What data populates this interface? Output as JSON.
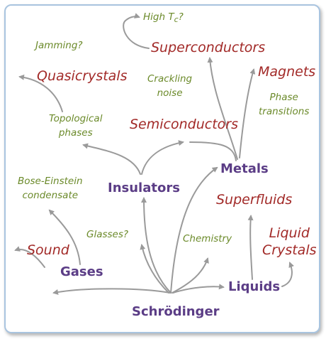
{
  "nodes": {
    "schrodinger": "Schrödinger",
    "gases": "Gases",
    "liquids": "Liquids",
    "metals": "Metals",
    "insulators": "Insulators",
    "superconductors": "Superconductors",
    "magnets": "Magnets",
    "semiconductors": "Semiconductors",
    "quasicrystals": "Quasicrystals",
    "superfluids": "Superfluids",
    "liquid_crystals_line1": "Liquid",
    "liquid_crystals_line2": "Crystals",
    "sound": "Sound"
  },
  "annotations": {
    "high_tc_prefix": "High T",
    "high_tc_subscript": "c",
    "high_tc_suffix": "?",
    "jamming": "Jamming?",
    "crackling_line1": "Crackling",
    "crackling_line2": "noise",
    "phase_line1": "Phase",
    "phase_line2": "transitions",
    "topological_line1": "Topological",
    "topological_line2": "phases",
    "bec_line1": "Bose-Einstein",
    "bec_line2": "condensate",
    "glasses": "Glasses?",
    "chemistry": "Chemistry"
  },
  "colors": {
    "fundamental": "#5b3d86",
    "emergent": "#a22a28",
    "open_question": "#6b8a2a",
    "arrows": "#9a9a9a",
    "frame_border": "#a9c4df"
  }
}
